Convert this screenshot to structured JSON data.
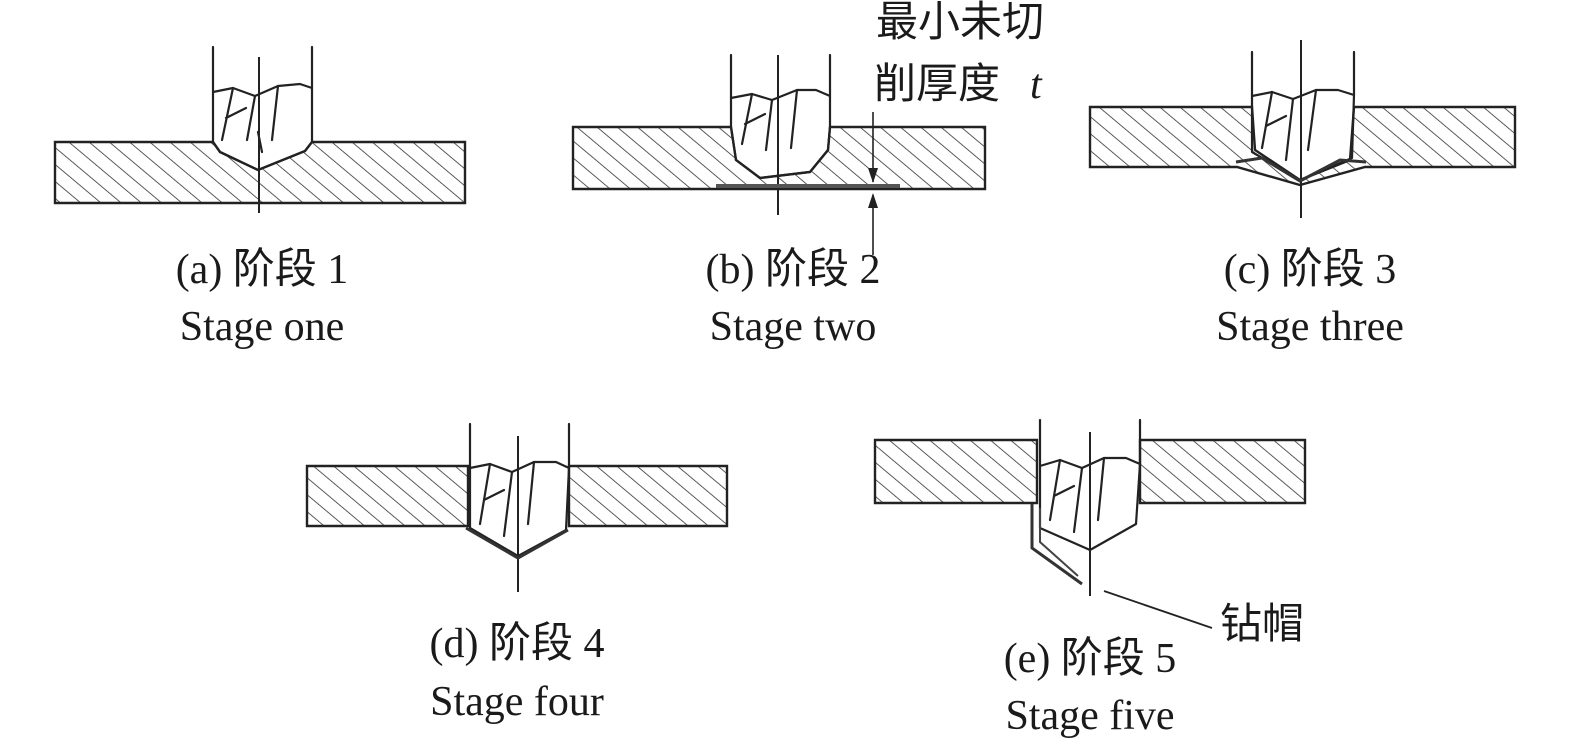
{
  "stages": [
    {
      "id": "a",
      "caption_cn": "(a) 阶段 1",
      "caption_en": "Stage one"
    },
    {
      "id": "b",
      "caption_cn": "(b) 阶段 2",
      "caption_en": "Stage two"
    },
    {
      "id": "c",
      "caption_cn": "(c) 阶段 3",
      "caption_en": "Stage three"
    },
    {
      "id": "d",
      "caption_cn": "(d) 阶段 4",
      "caption_en": "Stage four"
    },
    {
      "id": "e",
      "caption_cn": "(e) 阶段 5",
      "caption_en": "Stage five"
    }
  ],
  "annotations": {
    "min_uncut_line1": "最小未切",
    "min_uncut_line2": "削厚度",
    "min_uncut_symbol": "t",
    "drill_cap": "钻帽"
  }
}
